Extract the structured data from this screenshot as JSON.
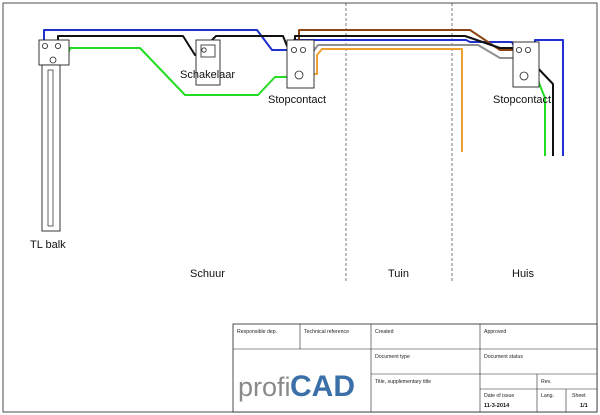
{
  "components": {
    "lamp_label": "TL balk",
    "switch_label": "Schakelaar",
    "socket_left_label": "Stopcontact",
    "socket_right_label": "Stopcontact"
  },
  "zones": {
    "shed": "Schuur",
    "garden": "Tuin",
    "house": "Huis"
  },
  "wire_colors": {
    "phase": "#8b4513",
    "neutral": "#1f2fd0",
    "earth": "#22dd22",
    "switched": "#111111",
    "orange": "#f0a030",
    "grey": "#909090"
  },
  "title_block": {
    "responsible_dep": "Responsible dep.",
    "technical_reference": "Technical reference",
    "created": "Created",
    "approved": "Approved",
    "document_type": "Document type",
    "document_status": "Document status",
    "title_supplementary": "Title, supplementary title",
    "date_of_issue_label": "Date of issue",
    "date_of_issue": "11-3-2014",
    "rev_label": "Rev.",
    "lang_label": "Lang.",
    "sheet_label": "Sheet",
    "sheet_value": "1/1",
    "logo_text_left": "profi",
    "logo_text_right": "CAD"
  }
}
